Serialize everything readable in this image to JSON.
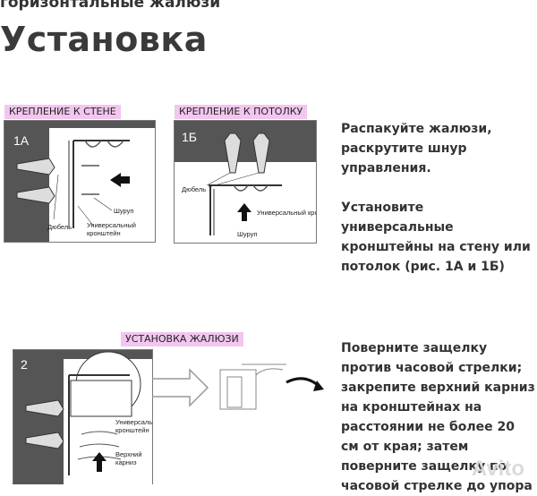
{
  "header": {
    "category": "горизонтальные жалюзи",
    "title": "Установка"
  },
  "fig1a": {
    "tag": "КРЕПЛЕНИЕ К СТЕНЕ",
    "number": "1А",
    "labels": {
      "screw": "Шуруп",
      "dowel": "Дюбель",
      "bracket": "Универсальный кронштейн"
    }
  },
  "fig1b": {
    "tag": "КРЕПЛЕНИЕ К ПОТОЛКУ",
    "number": "1Б",
    "labels": {
      "dowel": "Дюбель",
      "bracket": "Универсальный кронштейн",
      "screw": "Шуруп"
    }
  },
  "fig2": {
    "tag": "УСТАНОВКА ЖАЛЮЗИ",
    "number": "2",
    "labels": {
      "bracket": "Универсальный кронштейн",
      "cornice": "Верхний карниз"
    }
  },
  "instructions": {
    "step1": "Распакуйте жалюзи, раскрутите шнур управления.",
    "step2": "Установите универсальные кронштейны на стену или потолок (рис. 1А и 1Б)",
    "step3": "Поверните защелку против часовой стрелки; закрепите верхний карниз на кронштейнах на расстоянии не более 20 см от края; затем поверните защелку по часовой стрелке до упора"
  },
  "watermark": "Avito",
  "colors": {
    "tag_bg": "#f2c6ee",
    "wall_gray": "#555555",
    "text": "#333333"
  }
}
